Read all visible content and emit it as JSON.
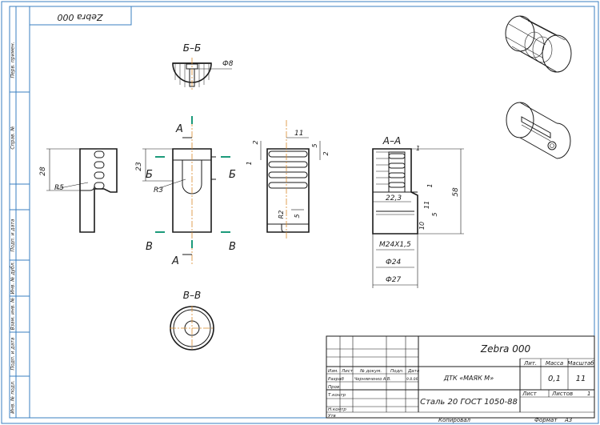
{
  "drawing": {
    "name_mirrored": "Zebra 000",
    "side_labels": [
      "Перв. примен.",
      "Справ. №",
      "Подп. и дата",
      "Инв. № дубл.",
      "Взам. инв. №",
      "Подп. и дата",
      "Инв. № подл."
    ],
    "sections": {
      "bb": "Б–Б",
      "aa": "А–А",
      "vv": "В–В",
      "cut_a": "А",
      "cut_b": "Б",
      "cut_v": "В"
    },
    "dims": {
      "d8": "Ф8",
      "h28": "28",
      "r5": "R5",
      "h23": "23",
      "r3": "R3",
      "w11": "11",
      "g2a": "2",
      "g1": "1",
      "g5a": "5",
      "g2b": "2",
      "r2": "R2",
      "g5b": "5",
      "aa1": "1",
      "l58": "58",
      "w22_3": "22,3",
      "a1b": "1",
      "a11": "11",
      "a5": "5",
      "a10": "10",
      "m24": "M24X1,5",
      "d24": "Ф24",
      "d27": "Ф27"
    },
    "title_block": {
      "designation": "Zebra 000",
      "product": "ДТК «МАЯК М»",
      "material": "Сталь 20  ГОСТ 1050-88",
      "headers": {
        "lit": "Лит.",
        "mass": "Масса",
        "scale": "Масштаб"
      },
      "mass": "0,1",
      "scale": "11",
      "sheet": "Лист",
      "sheets": "Листов",
      "sheets_count": "1",
      "rows": {
        "izm": "Изм.",
        "list": "Лист",
        "doc": "№ докум.",
        "sign": "Подп.",
        "date": "Дата",
        "razrab": "Разраб",
        "razrab_name": "Чернявченко А.В.",
        "razrab_date": "9.8.06",
        "prov": "Пров",
        "tkontr": "Т.контр",
        "nkontr": "Н.контр",
        "utv": "Утв"
      },
      "copied": "Копировал",
      "format": "Формат",
      "format_value": "А3"
    }
  }
}
